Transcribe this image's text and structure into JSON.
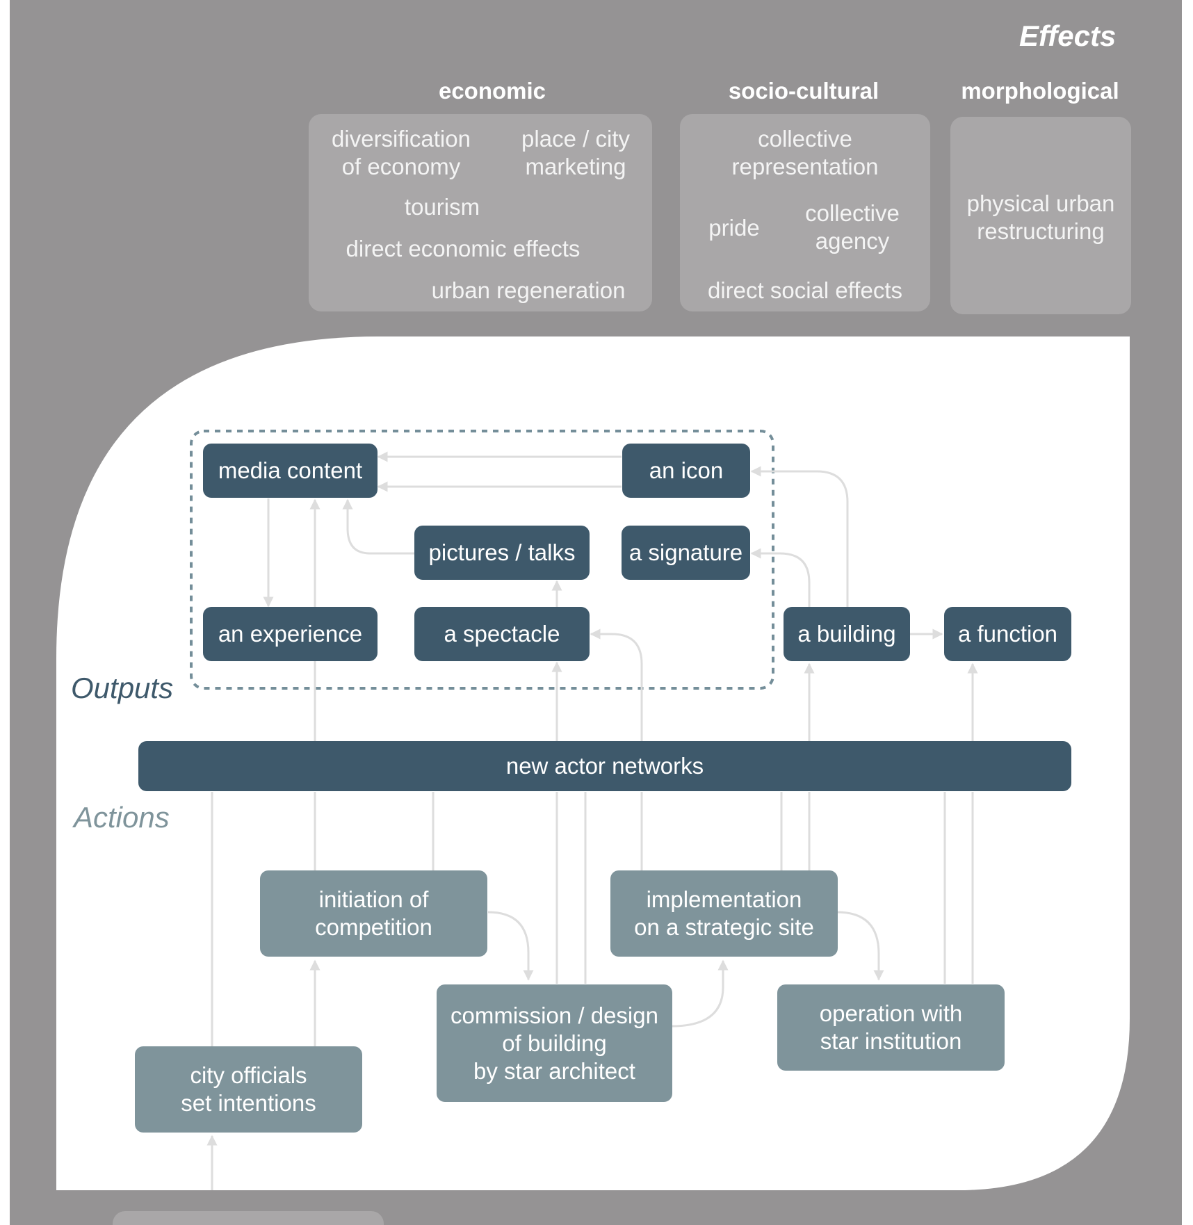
{
  "effects": {
    "title": "Effects",
    "columns": [
      {
        "heading": "economic",
        "items": [
          "diversification\nof economy",
          "place / city\nmarketing",
          "tourism",
          "direct economic effects",
          "urban regeneration"
        ]
      },
      {
        "heading": "socio-cultural",
        "items": [
          "collective\nrepresentation",
          "pride",
          "collective\nagency",
          "direct social effects"
        ]
      },
      {
        "heading": "morphological",
        "items": [
          "physical urban\nrestructuring"
        ]
      }
    ]
  },
  "outputs": {
    "label": "Outputs",
    "nodes": {
      "media_content": "media content",
      "an_icon": "an icon",
      "pictures_talks": "pictures / talks",
      "a_signature": "a signature",
      "an_experience": "an experience",
      "a_spectacle": "a spectacle",
      "a_building": "a building",
      "a_function": "a function"
    }
  },
  "network": "new actor networks",
  "actions": {
    "label": "Actions",
    "nodes": {
      "initiation": "initiation of\ncompetition",
      "implementation": "implementation\non a strategic site",
      "commission": "commission / design\nof building\nby star architect",
      "operation": "operation with\nstar institution",
      "city_officials": "city officials\nset intentions"
    }
  },
  "colors": {
    "background": "#959394",
    "effect_box": "#a9a7a8",
    "output_node": "#3e596b",
    "action_node": "#7f949b",
    "connector": "#dddddd",
    "outputs_label": "#3e596b",
    "actions_label": "#7f949b"
  }
}
